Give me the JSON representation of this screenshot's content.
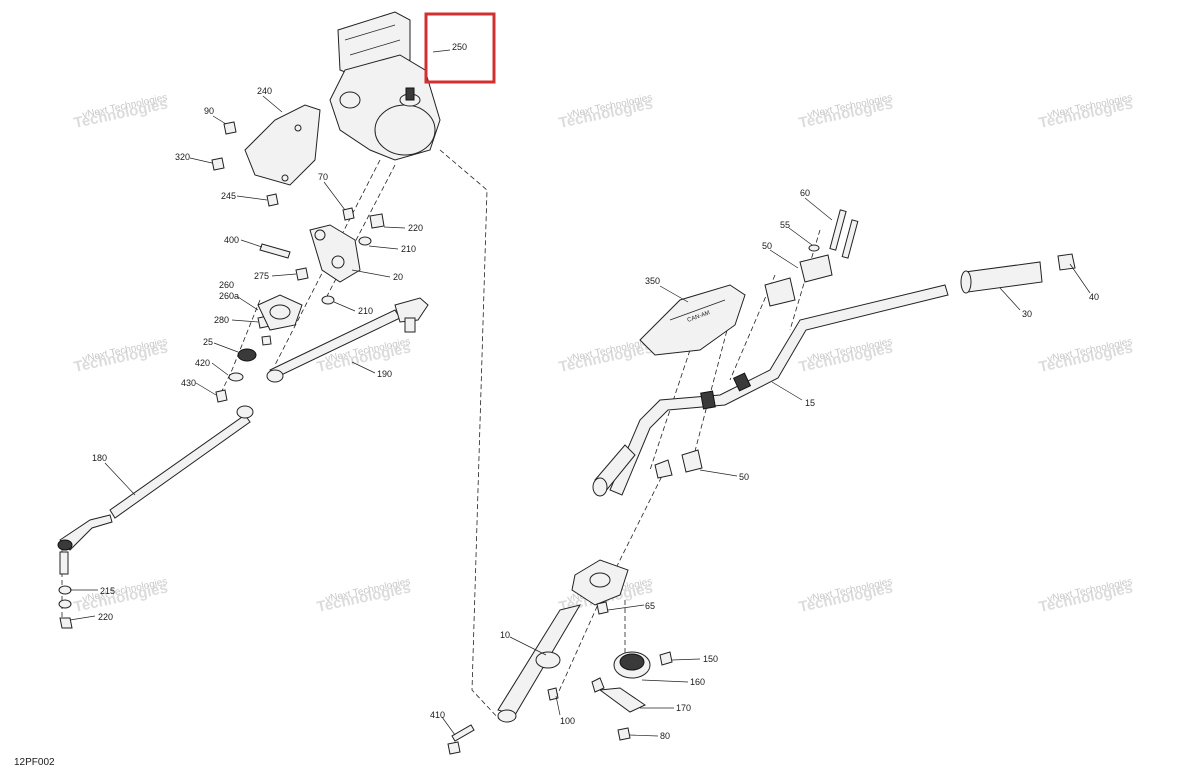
{
  "diagram": {
    "drawing_code": "12PF002",
    "highlight_color": "#d32f2f",
    "highlighted_part": "250",
    "watermark": {
      "line1": "vNext",
      "line2": "Technologies",
      "full": "vNext Technologies"
    },
    "callouts": {
      "c250": "250",
      "c240": "240",
      "c90": "90",
      "c320": "320",
      "c245": "245",
      "c70": "70",
      "c220a": "220",
      "c210a": "210",
      "c400": "400",
      "c20": "20",
      "c275": "275",
      "c260": "260",
      "c260a": "260a",
      "c210b": "210",
      "c280": "280",
      "c25": "25",
      "c420": "420",
      "c190": "190",
      "c430": "430",
      "c180": "180",
      "c215": "215",
      "c220b": "220",
      "c60": "60",
      "c55": "55",
      "c50a": "50",
      "c40": "40",
      "c350": "350",
      "c30": "30",
      "c15": "15",
      "c50b": "50",
      "c65": "65",
      "c10": "10",
      "c150": "150",
      "c160": "160",
      "c170": "170",
      "c410": "410",
      "c100": "100",
      "c80": "80"
    }
  }
}
